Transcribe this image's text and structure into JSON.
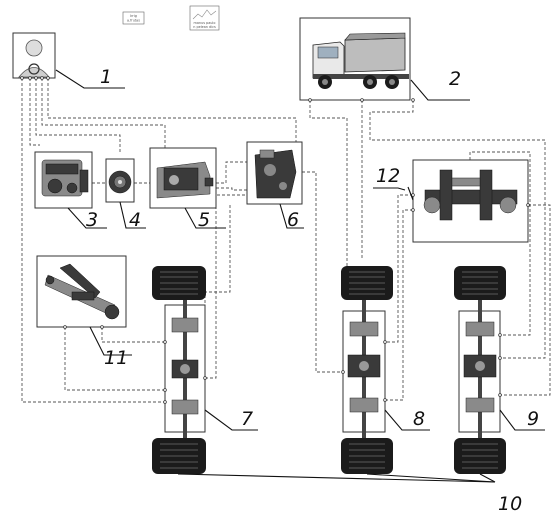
{
  "labels": {
    "l1": "1",
    "l2": "2",
    "l3": "3",
    "l4": "4",
    "l5": "5",
    "l6": "6",
    "l7": "7",
    "l8": "8",
    "l9": "9",
    "l10": "10",
    "l11": "11",
    "l12": "12"
  },
  "small_boxes": {
    "box_a_line1": "Irrig",
    "box_a_line2": "a.frutas",
    "box_b_line1": "manus paulo",
    "box_b_line2": "n pelean dics"
  }
}
